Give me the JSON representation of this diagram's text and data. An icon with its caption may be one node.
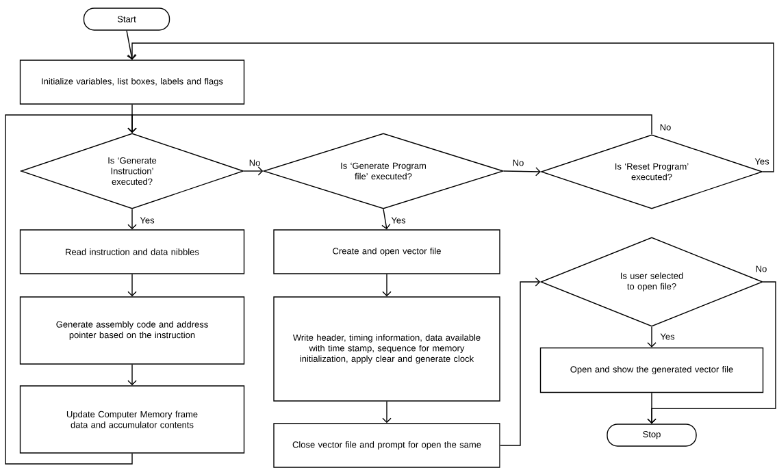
{
  "diagram": {
    "nodes": [
      {
        "text": [
          "Start"
        ]
      },
      {
        "text": [
          "Initialize variables, list boxes, labels and flags"
        ]
      },
      {
        "text": [
          "Is ‘Generate Instruction’ executed?"
        ]
      },
      {
        "text": [
          "Is ‘Generate Program file’ executed?"
        ]
      },
      {
        "text": [
          "Is ‘Reset Program’ executed?"
        ]
      },
      {
        "text": [
          "Read instruction and data nibbles"
        ]
      },
      {
        "text": [
          "Generate assembly code and address pointer based on the instruction"
        ]
      },
      {
        "text": [
          "Update Computer Memory frame data and accumulator contents"
        ]
      },
      {
        "text": [
          "Create and open vector file"
        ]
      },
      {
        "text": [
          "Write header, timing information, data available with time stamp, sequence for memory initialization, apply clear and generate clock"
        ]
      },
      {
        "text": [
          "Close vector file and prompt for open the same"
        ]
      },
      {
        "text": [
          "Is user selected to open file?"
        ]
      },
      {
        "text": [
          "Open and show the generated vector file"
        ]
      },
      {
        "text": [
          "Stop"
        ]
      }
    ],
    "edges": [
      {
        "from": 0,
        "to": 1,
        "arrow": "to"
      },
      {
        "from": 1,
        "to": 2,
        "arrow": "to"
      },
      {
        "from": 2,
        "to": 3,
        "arrow": "to",
        "label": "No"
      },
      {
        "from": 2,
        "to": 5,
        "arrow": "to",
        "label": "Yes"
      },
      {
        "from": 5,
        "to": 6,
        "arrow": "to"
      },
      {
        "from": 6,
        "to": 7,
        "arrow": "to"
      },
      {
        "from": 7,
        "to": 2,
        "arrow": "to"
      },
      {
        "from": 3,
        "to": 8,
        "arrow": "to",
        "label": "Yes"
      },
      {
        "from": 8,
        "to": 9,
        "arrow": "to"
      },
      {
        "from": 9,
        "to": 10,
        "arrow": "to"
      },
      {
        "from": 3,
        "to": 4,
        "arrow": "to",
        "label": "No"
      },
      {
        "from": 4,
        "to": 2,
        "arrow": "to",
        "label": "No"
      },
      {
        "from": 4,
        "to": 1,
        "arrow": "to",
        "label": "Yes"
      },
      {
        "from": 10,
        "to": 11,
        "arrow": "to"
      },
      {
        "from": 11,
        "to": 12,
        "arrow": "to",
        "label": "Yes"
      },
      {
        "from": 11,
        "to": 13,
        "arrow": "to",
        "label": "No"
      },
      {
        "from": 12,
        "to": 13,
        "arrow": "to"
      }
    ]
  }
}
